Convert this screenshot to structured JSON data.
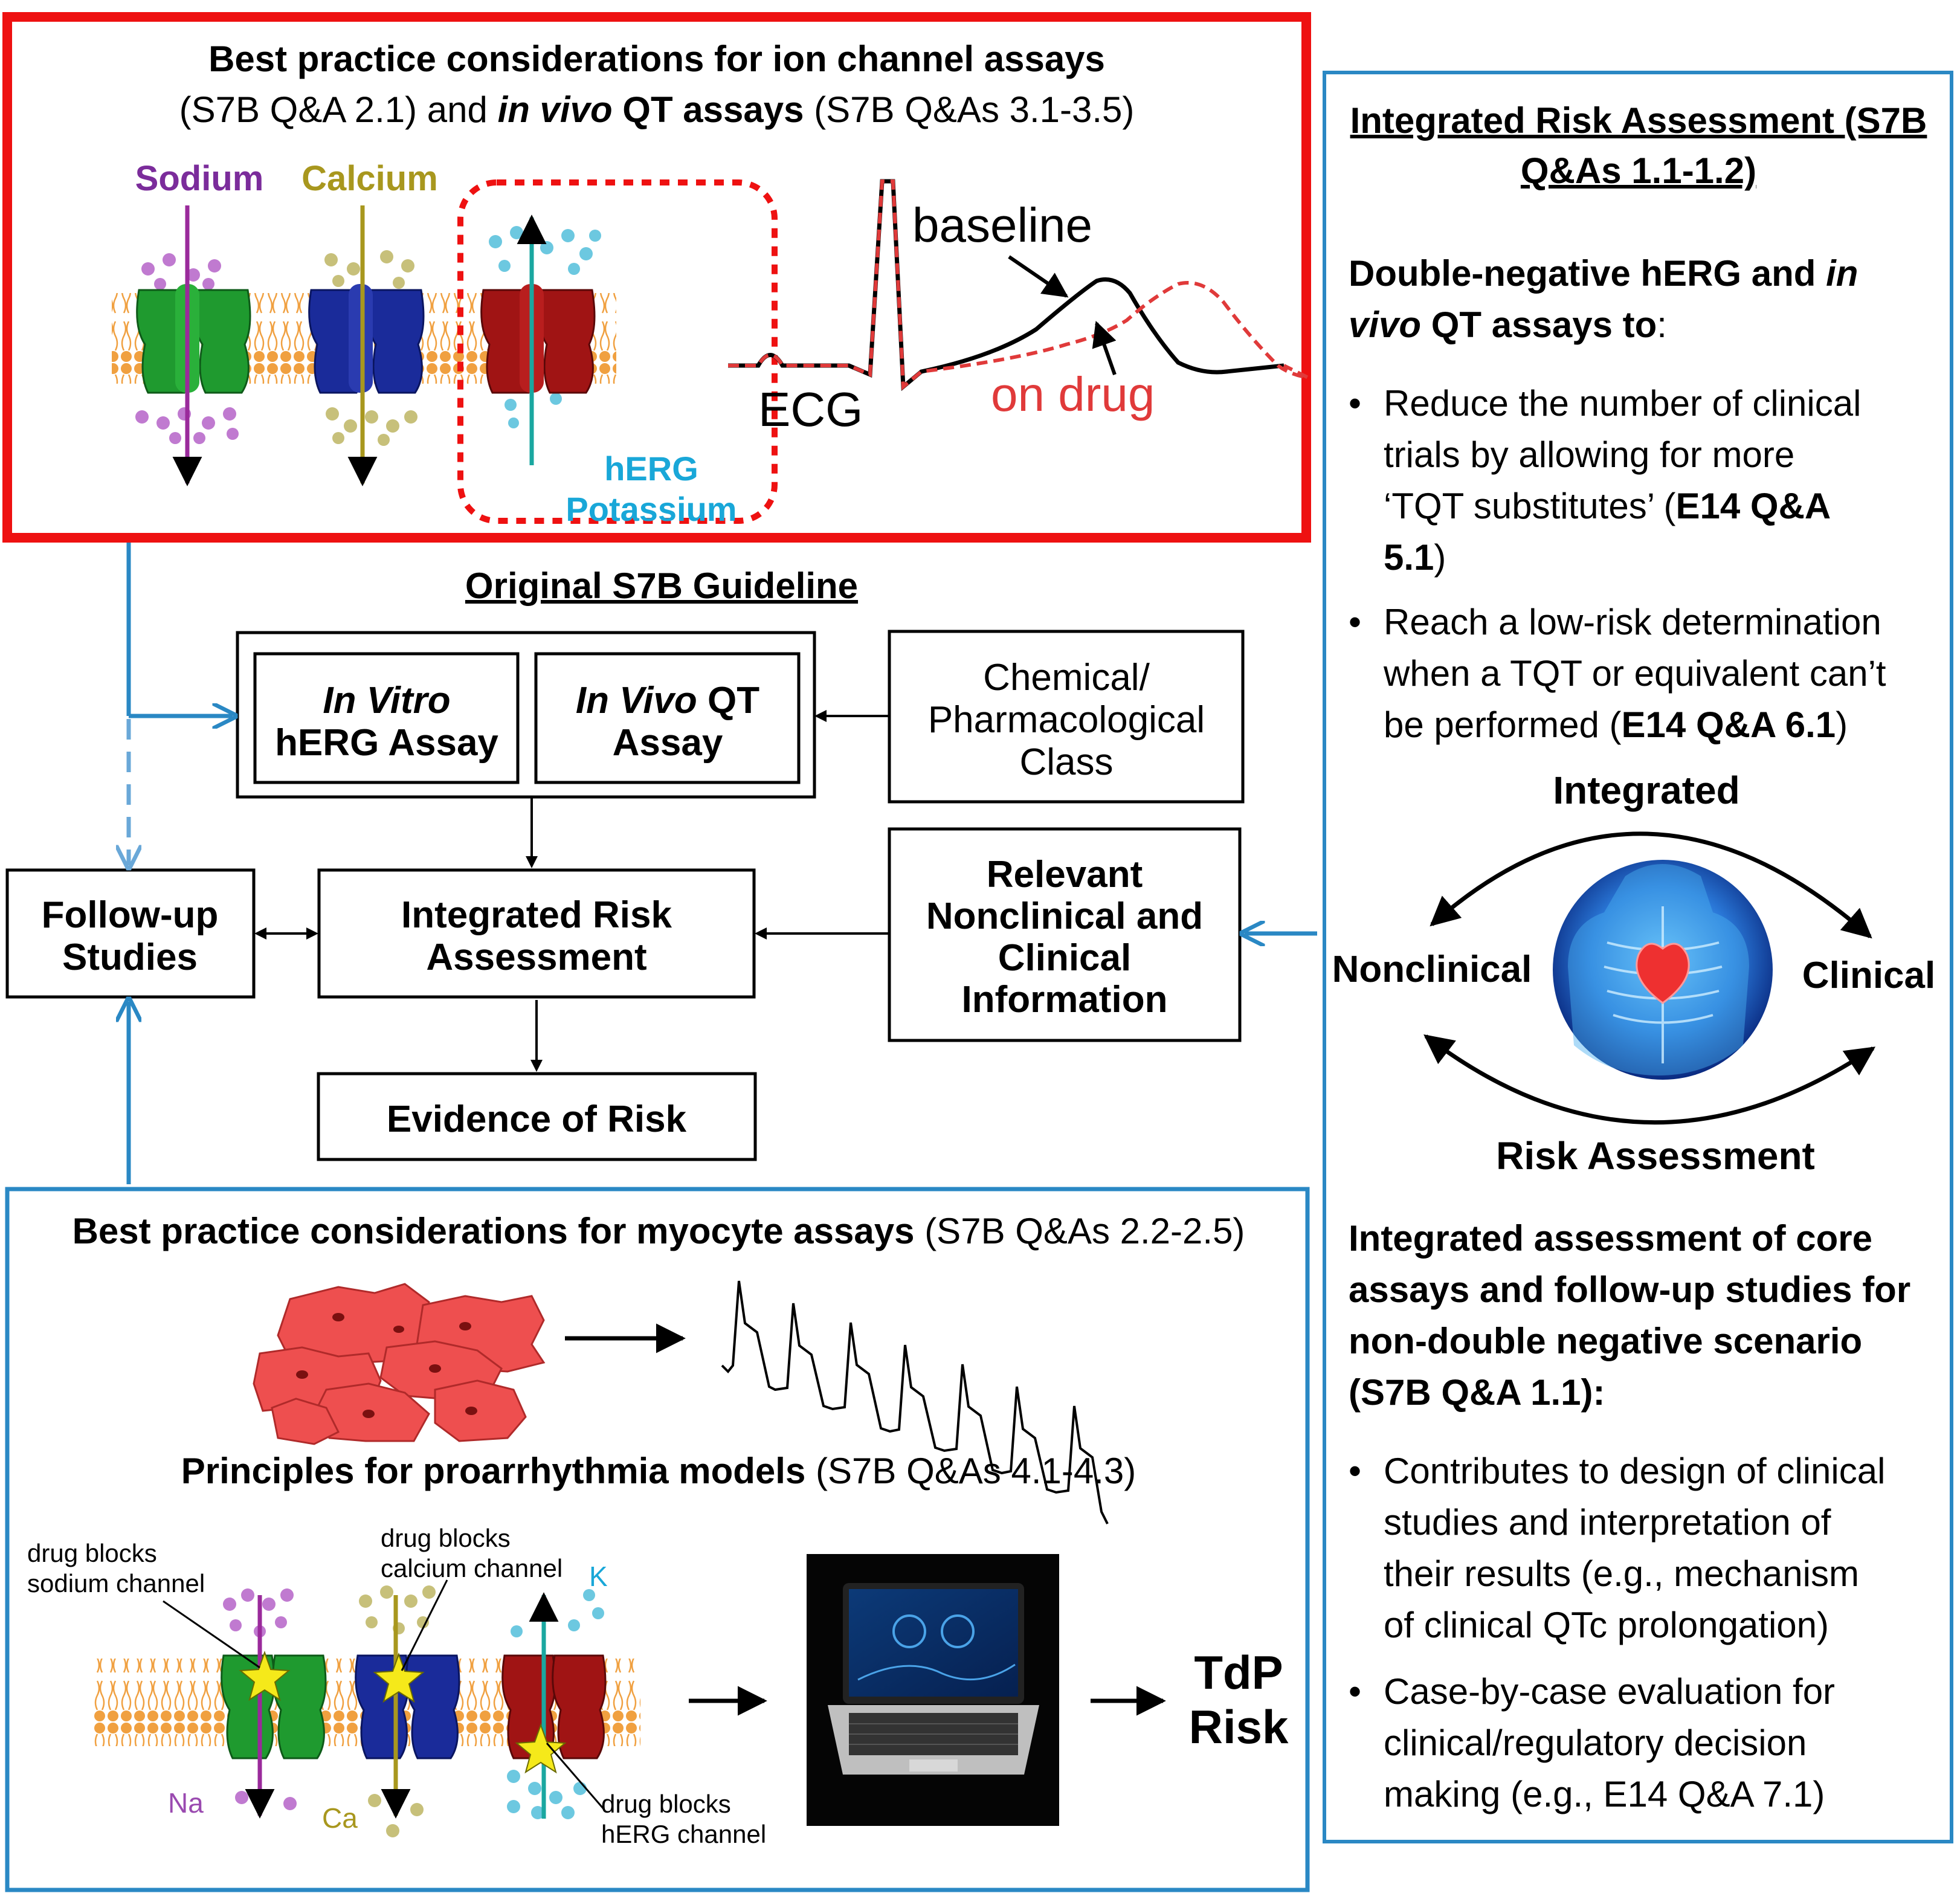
{
  "colors": {
    "red_frame": "#ee1111",
    "blue_frame": "#2a88c4",
    "sodium": "#7b2c9b",
    "calcium": "#a8971e",
    "herg": "#19a7d8",
    "channel_green": "#1f9a2f",
    "channel_blue": "#1a2b9a",
    "channel_red": "#a01414",
    "ecg_drug": "#e03a3a",
    "membrane": "#f0a040"
  },
  "ion_panel": {
    "title_line1": "Best practice considerations for ion channel assays",
    "title_line2_pre": "(S7B Q&A 2.1) and ",
    "title_line2_italic": "in vivo",
    "title_line2_bold": " QT assays",
    "title_line2_post": " (S7B Q&As 3.1-3.5)",
    "sodium_label": "Sodium",
    "calcium_label": "Calcium",
    "herg_label_1": "hERG",
    "herg_label_2": "Potassium",
    "ecg_label": "ECG",
    "baseline_label": "baseline",
    "on_drug_label": "on drug"
  },
  "flowchart": {
    "title": "Original S7B Guideline",
    "in_vitro_1": "In Vitro",
    "in_vitro_2": "hERG Assay",
    "in_vivo_1a": "In Vivo",
    "in_vivo_1b": " QT",
    "in_vivo_2": "Assay",
    "chem_1": "Chemical/",
    "chem_2": "Pharmacological",
    "chem_3": "Class",
    "followup_1": "Follow-up",
    "followup_2": "Studies",
    "integrated_1": "Integrated Risk",
    "integrated_2": "Assessment",
    "relevant_1": "Relevant",
    "relevant_2": "Nonclinical and",
    "relevant_3": "Clinical",
    "relevant_4": "Information",
    "evidence": "Evidence of Risk"
  },
  "myocyte_panel": {
    "title_bold": "Best practice considerations for myocyte assays",
    "title_rest": " (S7B Q&As 2.2-2.5)",
    "principles_bold": "Principles for proarrhythmia models",
    "principles_rest": " (S7B Q&As 4.1-4.3)",
    "na_block_1": "drug blocks",
    "na_block_2": "sodium channel",
    "ca_block_1": "drug blocks",
    "ca_block_2": "calcium channel",
    "k_block_1": "drug blocks",
    "k_block_2": "hERG channel",
    "na_label": "Na",
    "ca_label": "Ca",
    "k_label": "K",
    "tdp_1": "TdP",
    "tdp_2": "Risk"
  },
  "right_panel": {
    "title_1": "Integrated Risk Assessment (S7B",
    "title_2": "Q&As 1.1-1.2)",
    "dn_1a": "Double-negative hERG and ",
    "dn_1b": "in",
    "dn_2a": "vivo",
    "dn_2b": " QT assays to",
    "dn_2c": ":",
    "b1_1": "Reduce the number of clinical",
    "b1_2": "trials by allowing for more",
    "b1_3a": "‘TQT substitutes’ (",
    "b1_3b": "E14 Q&A",
    "b1_4a": "5.1",
    "b1_4b": ")",
    "b2_1": "Reach a low-risk determination",
    "b2_2": "when a TQT or equivalent can’t",
    "b2_3a": "be performed (",
    "b2_3b": "E14 Q&A 6.1",
    "b2_3c": ")",
    "cycle_top": "Integrated",
    "cycle_left": "Nonclinical",
    "cycle_right": "Clinical",
    "cycle_bottom": "Risk Assessment",
    "core_1": "Integrated assessment of core",
    "core_2": "assays and follow-up studies for",
    "core_3": "non-double negative scenario",
    "core_4": "(S7B Q&A 1.1):",
    "b3_1": "Contributes to design of clinical",
    "b3_2": "studies and interpretation of",
    "b3_3": "their results (e.g., mechanism",
    "b3_4": "of clinical QTc prolongation)",
    "b4_1": "Case-by-case evaluation for",
    "b4_2": "clinical/regulatory decision",
    "b4_3": "making (e.g., E14 Q&A 7.1)"
  },
  "icons": [
    "ion-channel-icon",
    "ecg-trace-icon",
    "myocyte-cells-icon",
    "action-potential-trace-icon",
    "laptop-icon",
    "heart-torso-icon",
    "star-icon",
    "cycle-arrow-icon"
  ]
}
